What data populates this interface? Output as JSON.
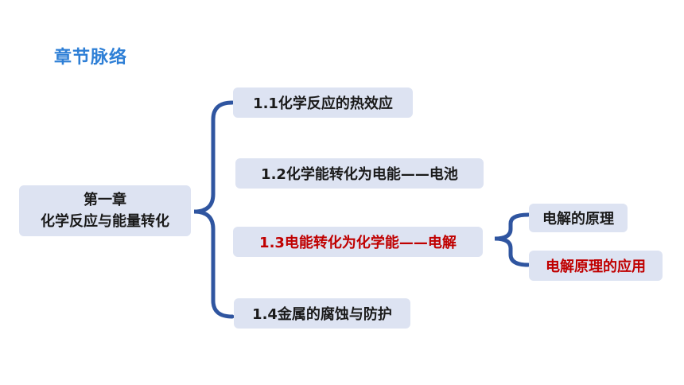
{
  "header": {
    "title": "章节脉络"
  },
  "root": {
    "line1": "第一章",
    "line2": "化学反应与能量转化"
  },
  "sections": [
    {
      "label": "1.1化学反应的热效应"
    },
    {
      "label": "1.2化学能转化为电能——电池"
    },
    {
      "label": "1.3电能转化为化学能——电解",
      "highlight_color": "#c00000"
    },
    {
      "label": "1.4金属的腐蚀与防护"
    }
  ],
  "subsections": [
    {
      "label": "电解的原理"
    },
    {
      "label": "电解原理的应用",
      "highlight_color": "#c00000"
    }
  ],
  "colors": {
    "title": "#2e7fd6",
    "brace": "#2f55a0",
    "box_fill": "#dde3f2",
    "highlight": "#c00000"
  }
}
